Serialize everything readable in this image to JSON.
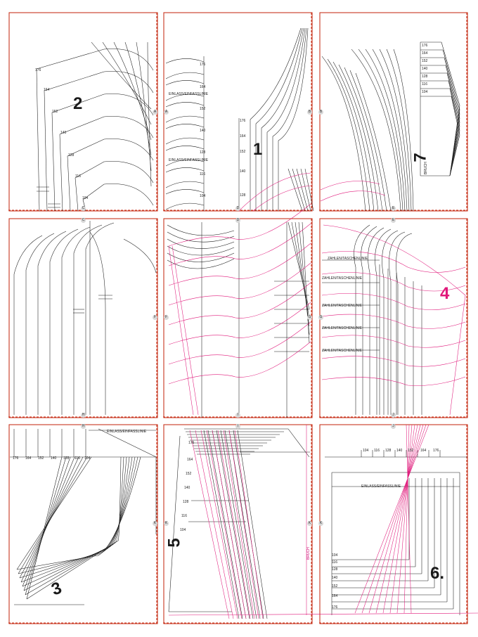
{
  "sheet": {
    "border_color": "#c8361f",
    "line_color": "#1a1a1a",
    "pink_color": "#e0187a"
  },
  "pattern_numbers": [
    "1",
    "2",
    "3",
    "4",
    "5",
    "6.",
    "7"
  ],
  "size_labels": [
    "176",
    "164",
    "152",
    "140",
    "128",
    "116",
    "104"
  ],
  "markers": [
    "A",
    "B",
    "C",
    "D",
    "E",
    "F",
    "G",
    "H",
    "I",
    "J",
    "K"
  ],
  "small_labels": {
    "einlass": "EINLASS/EINFASSLINIE",
    "zahlen": "ZAHLEN/TASCHENLINIE",
    "bruch": "BRUCH"
  }
}
